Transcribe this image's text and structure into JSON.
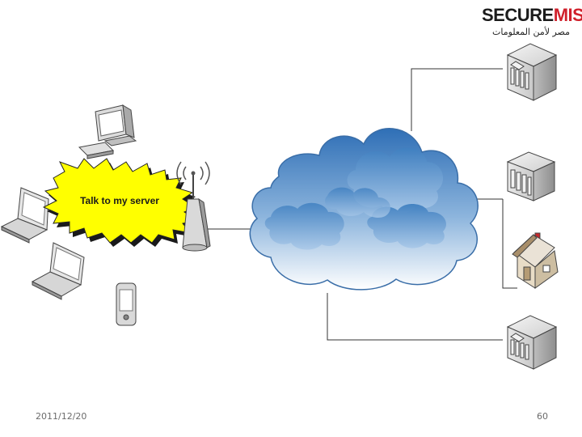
{
  "logo": {
    "brand_first": "SECURE",
    "brand_second": "MISR",
    "tagline_arabic": "مصر لأمن المعلومات",
    "brand_color": "#d0202b"
  },
  "callout": {
    "text": "Talk to my server",
    "fill_color": "#ffff00"
  },
  "cloud_color": "#5b8fc8",
  "footer": {
    "date": "2011/12/20",
    "page_number": "60"
  },
  "icons": {
    "desktop": "desktop-computer-icon",
    "laptops": [
      "laptop-icon",
      "laptop-icon"
    ],
    "pda": "pda-icon",
    "access_point": "wireless-access-point-icon",
    "cloud": "internet-cloud-icon",
    "servers": [
      "server-bank-icon",
      "server-icon",
      "server-bank-icon"
    ],
    "house": "house-icon"
  }
}
